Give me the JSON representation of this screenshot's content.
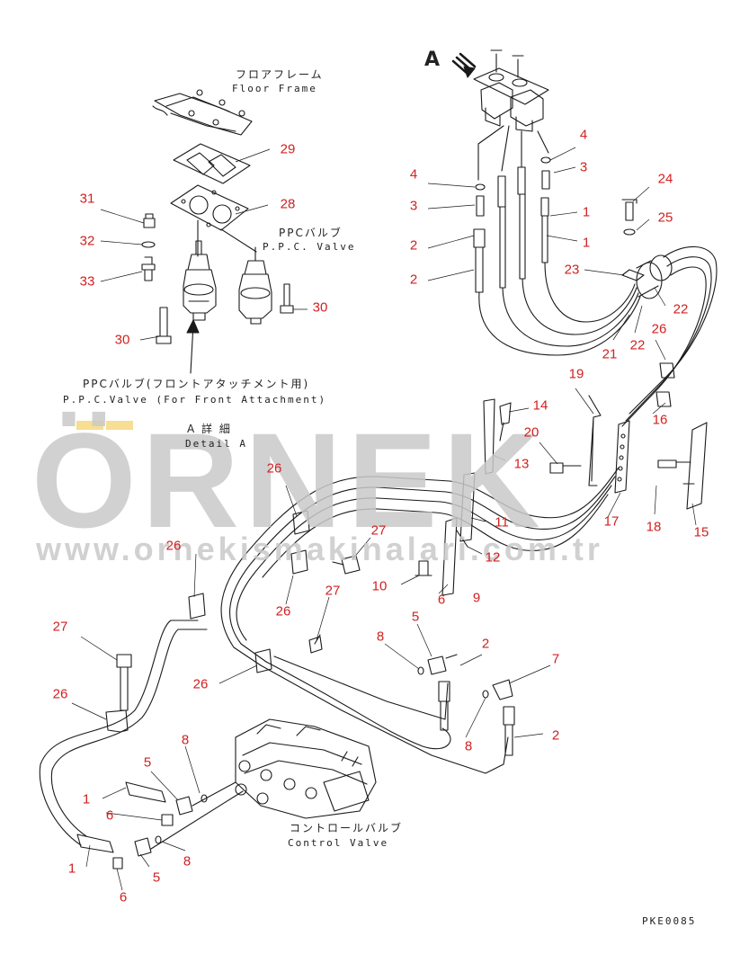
{
  "labels": {
    "floor_frame_jp": "フロアフレーム",
    "floor_frame_en": "Floor Frame",
    "ppc_valve_jp": "PPCバルブ",
    "ppc_valve_en": "P.P.C. Valve",
    "ppc_front_jp": "PPCバルブ(フロントアタッチメント用)",
    "ppc_front_en": "P.P.C.Valve (For Front Attachment)",
    "detail_jp": "A 詳 細",
    "detail_en": "Detail A",
    "view_a": "A",
    "control_valve_jp": "コントロールバルブ",
    "control_valve_en": "Control Valve",
    "drawing_no": "PKE0085"
  },
  "watermark": {
    "brand": "ÖRNEK",
    "url": "www.ornekismakinalari.com.tr",
    "color": "#c9c9c9"
  },
  "callouts": [
    {
      "n": "29",
      "id": "29"
    },
    {
      "n": "28",
      "id": "28"
    },
    {
      "n": "31",
      "id": "31"
    },
    {
      "n": "32",
      "id": "32"
    },
    {
      "n": "33",
      "id": "33"
    },
    {
      "n": "30",
      "id": "30a"
    },
    {
      "n": "30",
      "id": "30b"
    },
    {
      "n": "4",
      "id": "4a"
    },
    {
      "n": "4",
      "id": "4b"
    },
    {
      "n": "3",
      "id": "3a"
    },
    {
      "n": "3",
      "id": "3b"
    },
    {
      "n": "1",
      "id": "1a"
    },
    {
      "n": "1",
      "id": "1b"
    },
    {
      "n": "2",
      "id": "2a"
    },
    {
      "n": "2",
      "id": "2b"
    },
    {
      "n": "24",
      "id": "24"
    },
    {
      "n": "25",
      "id": "25"
    },
    {
      "n": "23",
      "id": "23"
    },
    {
      "n": "22",
      "id": "22a"
    },
    {
      "n": "22",
      "id": "22b"
    },
    {
      "n": "21",
      "id": "21"
    },
    {
      "n": "26",
      "id": "26a"
    },
    {
      "n": "19",
      "id": "19"
    },
    {
      "n": "14",
      "id": "14"
    },
    {
      "n": "16",
      "id": "16"
    },
    {
      "n": "20",
      "id": "20"
    },
    {
      "n": "13",
      "id": "13"
    },
    {
      "n": "26",
      "id": "26b"
    },
    {
      "n": "11",
      "id": "11"
    },
    {
      "n": "17",
      "id": "17"
    },
    {
      "n": "18",
      "id": "18"
    },
    {
      "n": "15",
      "id": "15"
    },
    {
      "n": "27",
      "id": "27a"
    },
    {
      "n": "12",
      "id": "12"
    },
    {
      "n": "26",
      "id": "26c"
    },
    {
      "n": "10",
      "id": "10"
    },
    {
      "n": "9",
      "id": "9"
    },
    {
      "n": "6",
      "id": "6a"
    },
    {
      "n": "27",
      "id": "27b"
    },
    {
      "n": "26",
      "id": "26d"
    },
    {
      "n": "27",
      "id": "27c"
    },
    {
      "n": "5",
      "id": "5a"
    },
    {
      "n": "2",
      "id": "2c"
    },
    {
      "n": "8",
      "id": "8a"
    },
    {
      "n": "7",
      "id": "7"
    },
    {
      "n": "26",
      "id": "26e"
    },
    {
      "n": "26",
      "id": "26f"
    },
    {
      "n": "8",
      "id": "8b"
    },
    {
      "n": "2",
      "id": "2d"
    },
    {
      "n": "8",
      "id": "8c"
    },
    {
      "n": "5",
      "id": "5b"
    },
    {
      "n": "1",
      "id": "1c"
    },
    {
      "n": "6",
      "id": "6b"
    },
    {
      "n": "8",
      "id": "8d"
    },
    {
      "n": "1",
      "id": "1d"
    },
    {
      "n": "5",
      "id": "5c"
    },
    {
      "n": "6",
      "id": "6c"
    }
  ]
}
